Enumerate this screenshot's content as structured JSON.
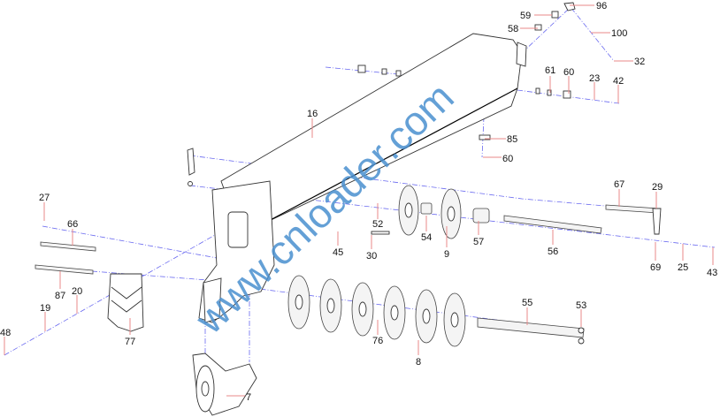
{
  "watermark": "www.cnloader.com",
  "callouts": {
    "c96": "96",
    "c59": "59",
    "c58": "58",
    "c100": "100",
    "c32": "32",
    "c61": "61",
    "c60a": "60",
    "c23": "23",
    "c42": "42",
    "c16": "16",
    "c85": "85",
    "c60b": "60",
    "c67": "67",
    "c29": "29",
    "c27": "27",
    "c66": "66",
    "c52": "52",
    "c54": "54",
    "c9": "9",
    "c57": "57",
    "c56": "56",
    "c45": "45",
    "c30": "30",
    "c69": "69",
    "c25": "25",
    "c43": "43",
    "c87": "87",
    "c20": "20",
    "c19": "19",
    "c48": "48",
    "c77": "77",
    "c55": "55",
    "c53": "53",
    "c76": "76",
    "c8": "8",
    "c7": "7"
  },
  "colors": {
    "leader": "#e88a8a",
    "axis": "#6a6af0",
    "watermark": "#4a90d0"
  }
}
